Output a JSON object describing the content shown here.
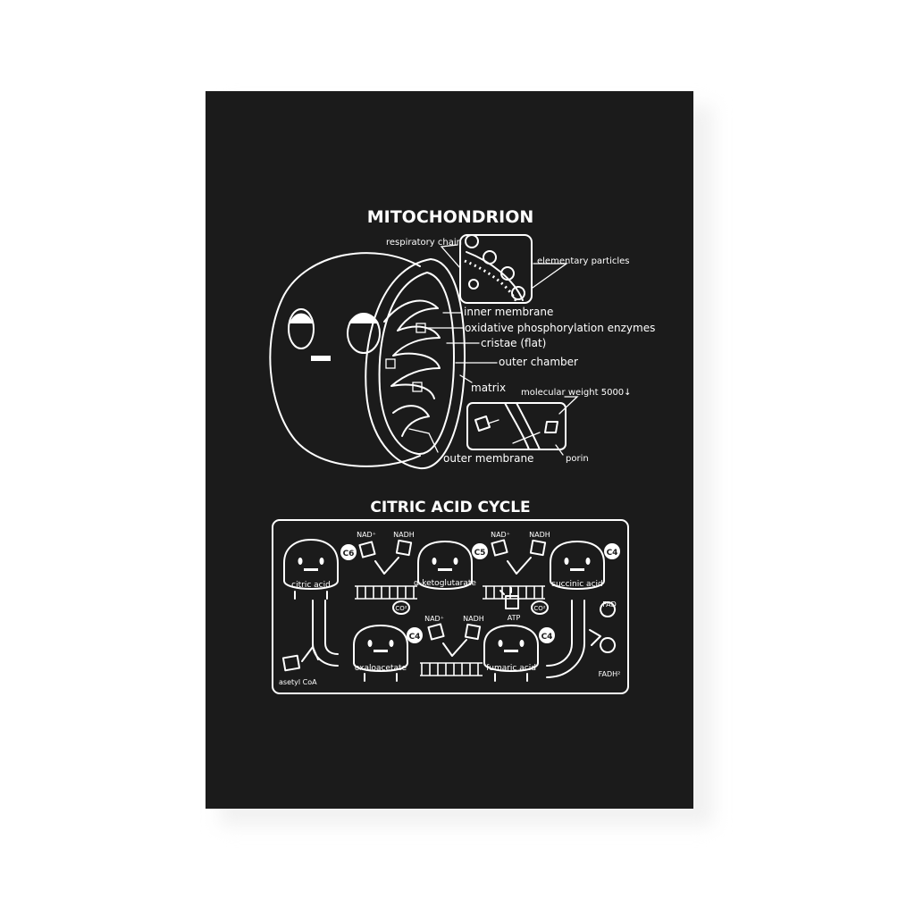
{
  "colors": {
    "background": "#1b1b1b",
    "ink": "#ffffff",
    "page": "#ffffff"
  },
  "titles": {
    "mitochondrion": "MITOCHONDRION",
    "cycle": "CITRIC ACID CYCLE"
  },
  "mito_labels": {
    "respiratory_chain": "respiratory chain",
    "elementary_particles": "elementary particles",
    "inner_membrane": "inner membrane",
    "ox_phos": "oxidative phosphorylation enzymes",
    "cristae": "cristae (flat)",
    "outer_chamber": "outer chamber",
    "matrix": "matrix",
    "molecular_weight": "molecular weight 5000↓",
    "outer_membrane": "outer membrane",
    "porin": "porin"
  },
  "cycle": {
    "molecules": {
      "citric": "citric acid",
      "ketoglutarate": "α-ketoglutarate",
      "succinic": "succinic acid",
      "oxaloacetate": "oxaloacetate",
      "fumaric": "fumaric acid"
    },
    "carbon_tags": {
      "c6": "C6",
      "c5": "C5",
      "c4a": "C4",
      "c4b": "C4",
      "c4c": "C4"
    },
    "cofactors": {
      "nad": "NAD⁺",
      "nadh": "NADH",
      "co2": "CO²",
      "atp": "ATP",
      "fad": "FAD",
      "fadh": "FADH²",
      "acetyl": "asetyl CoA"
    }
  }
}
